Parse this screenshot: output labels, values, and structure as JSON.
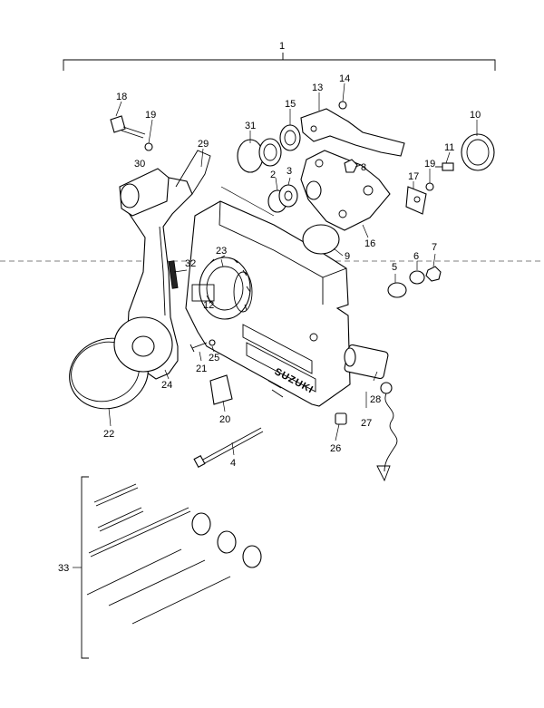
{
  "diagram": {
    "brand_text": "SUZUKI",
    "callouts": [
      {
        "id": "1",
        "label": "1"
      },
      {
        "id": "2",
        "label": "2"
      },
      {
        "id": "3",
        "label": "3"
      },
      {
        "id": "4",
        "label": "4"
      },
      {
        "id": "5",
        "label": "5"
      },
      {
        "id": "6",
        "label": "6"
      },
      {
        "id": "7",
        "label": "7"
      },
      {
        "id": "8",
        "label": "8"
      },
      {
        "id": "9",
        "label": "9"
      },
      {
        "id": "10",
        "label": "10"
      },
      {
        "id": "11",
        "label": "11"
      },
      {
        "id": "12",
        "label": "12"
      },
      {
        "id": "13",
        "label": "13"
      },
      {
        "id": "14",
        "label": "14"
      },
      {
        "id": "15",
        "label": "15"
      },
      {
        "id": "16",
        "label": "16"
      },
      {
        "id": "17",
        "label": "17"
      },
      {
        "id": "18",
        "label": "18"
      },
      {
        "id": "19a",
        "label": "19"
      },
      {
        "id": "19b",
        "label": "19"
      },
      {
        "id": "20",
        "label": "20"
      },
      {
        "id": "21",
        "label": "21"
      },
      {
        "id": "22",
        "label": "22"
      },
      {
        "id": "23",
        "label": "23"
      },
      {
        "id": "24",
        "label": "24"
      },
      {
        "id": "25",
        "label": "25"
      },
      {
        "id": "26",
        "label": "26"
      },
      {
        "id": "27",
        "label": "27"
      },
      {
        "id": "28",
        "label": "28"
      },
      {
        "id": "29",
        "label": "29"
      },
      {
        "id": "30",
        "label": "30"
      },
      {
        "id": "31",
        "label": "31"
      },
      {
        "id": "32",
        "label": "32"
      },
      {
        "id": "33",
        "label": "33"
      }
    ]
  }
}
